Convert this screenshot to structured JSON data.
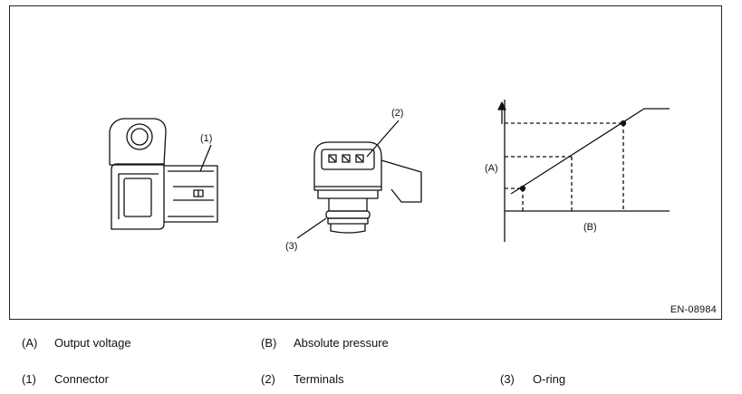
{
  "figure": {
    "figure_id": "EN-08984",
    "callouts": {
      "connector": "(1)",
      "terminals": "(2)",
      "o_ring": "(3)"
    },
    "graph": {
      "y_label": "(A)",
      "x_label": "(B)"
    }
  },
  "legend": [
    {
      "key": "(A)",
      "label": "Output voltage"
    },
    {
      "key": "(B)",
      "label": "Absolute pressure"
    },
    {
      "key": "(1)",
      "label": "Connector"
    },
    {
      "key": "(2)",
      "label": "Terminals"
    },
    {
      "key": "(3)",
      "label": "O-ring"
    }
  ]
}
